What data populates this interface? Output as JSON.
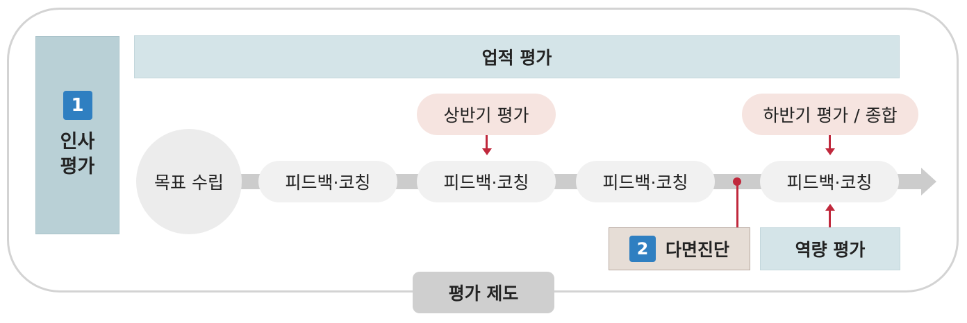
{
  "hr_panel": {
    "number": "1",
    "line1": "인사",
    "line2": "평가"
  },
  "performance_bar": {
    "label": "업적 평가"
  },
  "flow": {
    "goal_setting": "목표 수립",
    "feedback_steps": [
      "피드백·코칭",
      "피드백·코칭",
      "피드백·코칭",
      "피드백·코칭"
    ]
  },
  "evaluations": {
    "first_half": "상반기 평가",
    "second_half": "하반기 평가 / 종합"
  },
  "multi_diagnosis": {
    "number": "2",
    "label": "다면진단"
  },
  "competency": {
    "label": "역량 평가"
  },
  "system_label": "평가 제도",
  "colors": {
    "accent_red": "#c0283c",
    "badge_blue": "#2f7fc1",
    "panel_teal": "#b9d0d6",
    "bar_light_teal": "#d4e4e8",
    "pill_pink": "#f6e4e0",
    "pill_gray": "#f1f1f1",
    "box_beige": "#e6ddd6",
    "track_gray": "#cccccc"
  }
}
